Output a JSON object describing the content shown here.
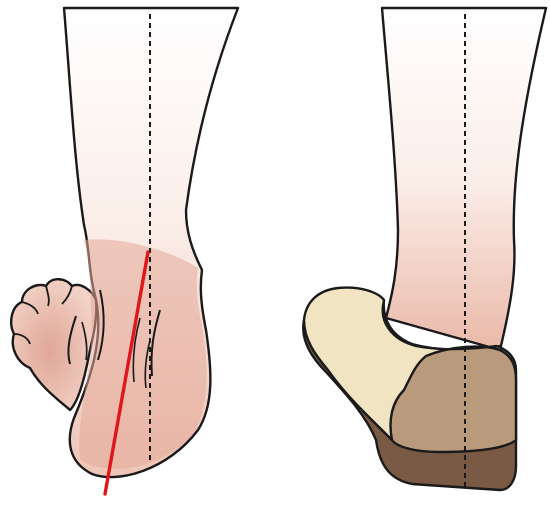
{
  "figure": {
    "panels": [
      {
        "id": "left",
        "subject": "bare-foot-rear-view",
        "markers": [
          "vertical-reference-line",
          "heel-axis-line"
        ]
      },
      {
        "id": "right",
        "subject": "shod-foot-rear-view",
        "markers": [
          "vertical-reference-line"
        ]
      }
    ]
  },
  "colors": {
    "outline": "#1a1a1a",
    "skin_light": "#fbeee9",
    "skin_mid": "#efc9bd",
    "skin_dark": "#d99d8c",
    "axis_line": "#e0161b",
    "reference_line": "#1a1a1a",
    "shoe_upper": "#f1e4c3",
    "shoe_counter": "#b99a7c",
    "shoe_sole": "#7a5a44"
  }
}
